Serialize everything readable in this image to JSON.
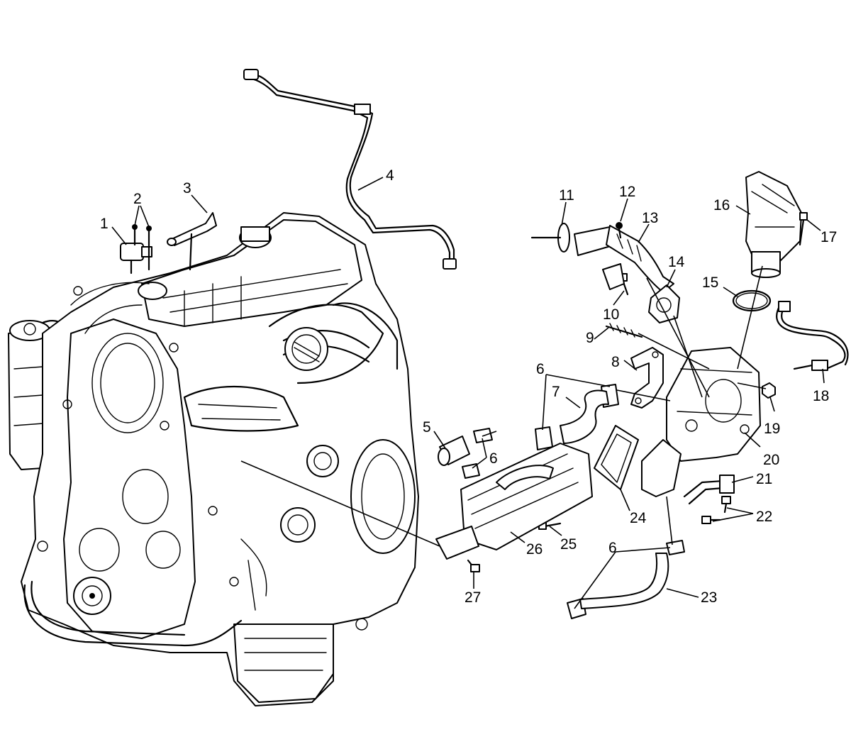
{
  "callouts": [
    {
      "id": "c1",
      "text": "1"
    },
    {
      "id": "c2",
      "text": "2"
    },
    {
      "id": "c3",
      "text": "3"
    },
    {
      "id": "c4",
      "text": "4"
    },
    {
      "id": "c5",
      "text": "5"
    },
    {
      "id": "c6a",
      "text": "6"
    },
    {
      "id": "c6b",
      "text": "6"
    },
    {
      "id": "c6c",
      "text": "6"
    },
    {
      "id": "c7",
      "text": "7"
    },
    {
      "id": "c8",
      "text": "8"
    },
    {
      "id": "c9",
      "text": "9"
    },
    {
      "id": "c10",
      "text": "10"
    },
    {
      "id": "c11",
      "text": "11"
    },
    {
      "id": "c12",
      "text": "12"
    },
    {
      "id": "c13",
      "text": "13"
    },
    {
      "id": "c14",
      "text": "14"
    },
    {
      "id": "c15",
      "text": "15"
    },
    {
      "id": "c16",
      "text": "16"
    },
    {
      "id": "c17",
      "text": "17"
    },
    {
      "id": "c18",
      "text": "18"
    },
    {
      "id": "c19",
      "text": "19"
    },
    {
      "id": "c20",
      "text": "20"
    },
    {
      "id": "c21",
      "text": "21"
    },
    {
      "id": "c22",
      "text": "22"
    },
    {
      "id": "c23",
      "text": "23"
    },
    {
      "id": "c24",
      "text": "24"
    },
    {
      "id": "c25",
      "text": "25"
    },
    {
      "id": "c26",
      "text": "26"
    },
    {
      "id": "c27",
      "text": "27"
    }
  ]
}
